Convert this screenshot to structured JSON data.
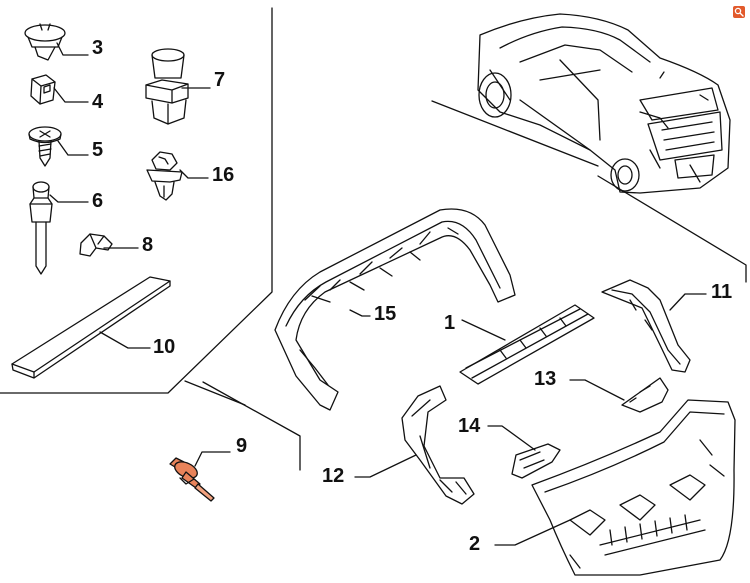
{
  "diagram": {
    "callouts": [
      {
        "id": "callout-1",
        "label": "1"
      },
      {
        "id": "callout-2",
        "label": "2"
      },
      {
        "id": "callout-3",
        "label": "3"
      },
      {
        "id": "callout-4",
        "label": "4"
      },
      {
        "id": "callout-5",
        "label": "5"
      },
      {
        "id": "callout-6",
        "label": "6"
      },
      {
        "id": "callout-7",
        "label": "7"
      },
      {
        "id": "callout-8",
        "label": "8"
      },
      {
        "id": "callout-9",
        "label": "9"
      },
      {
        "id": "callout-10",
        "label": "10"
      },
      {
        "id": "callout-11",
        "label": "11"
      },
      {
        "id": "callout-12",
        "label": "12"
      },
      {
        "id": "callout-13",
        "label": "13"
      },
      {
        "id": "callout-14",
        "label": "14"
      },
      {
        "id": "callout-15",
        "label": "15"
      },
      {
        "id": "callout-16",
        "label": "16"
      }
    ],
    "colors": {
      "line": "#111111",
      "part_fill": "#ffffff",
      "highlight_part": "#e8835a",
      "corner_icon": "#e25a2c"
    },
    "icons": {
      "corner": "zoom-icon"
    }
  }
}
